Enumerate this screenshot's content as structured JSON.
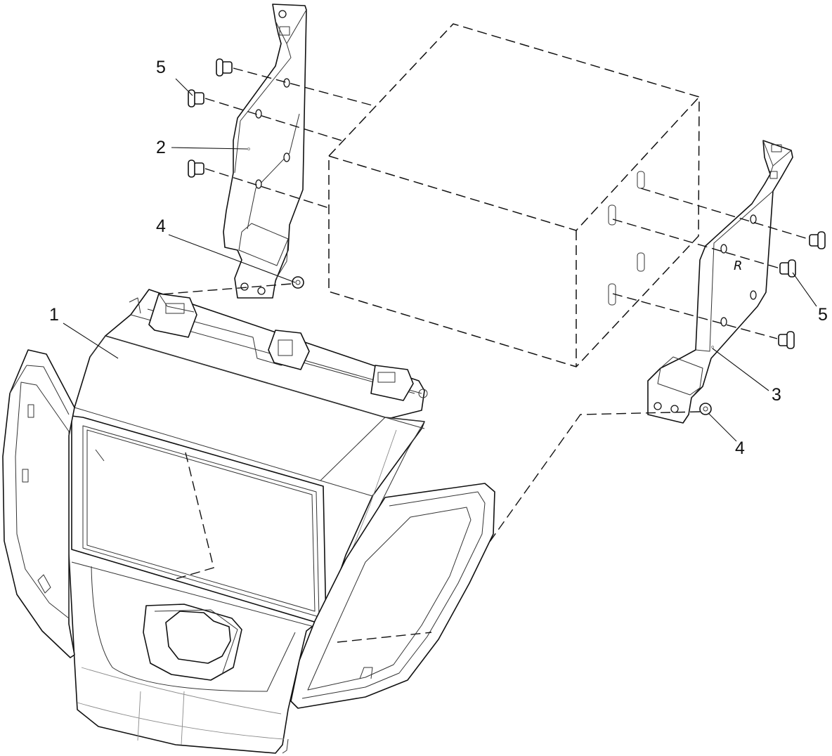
{
  "callouts": [
    {
      "id": "c1",
      "label": "1"
    },
    {
      "id": "c2",
      "label": "2"
    },
    {
      "id": "c3",
      "label": "3"
    },
    {
      "id": "c4a",
      "label": "4"
    },
    {
      "id": "c4b",
      "label": "4"
    },
    {
      "id": "c5a",
      "label": "5"
    },
    {
      "id": "c5b",
      "label": "5"
    }
  ],
  "bracket_mark": "R"
}
